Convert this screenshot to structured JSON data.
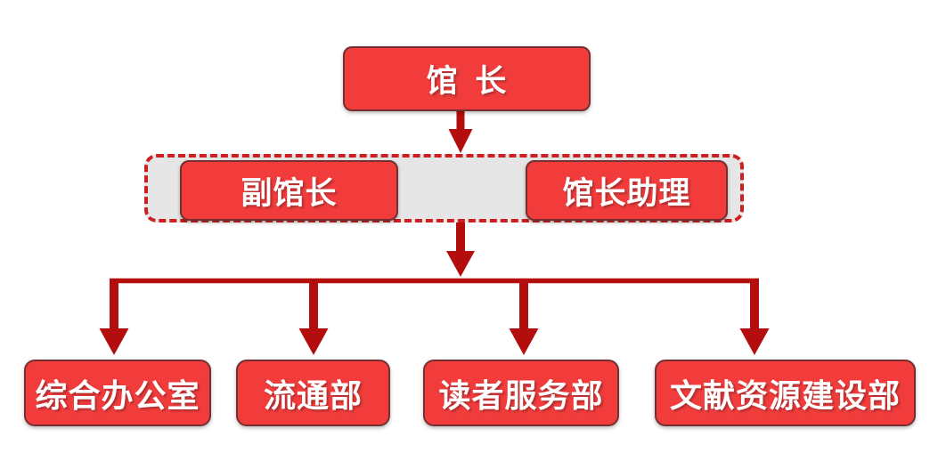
{
  "colors": {
    "box-red": "#f23c3c",
    "box-border": "#743030",
    "dash-red": "#cc2020",
    "group-gray": "#e6e6e6",
    "arrow-red": "#b30d0d",
    "text-white": "#ffffff",
    "background": "#ffffff"
  },
  "org_chart": {
    "root": {
      "label": "馆 长"
    },
    "middle": [
      {
        "label": "副馆长"
      },
      {
        "label": "馆长助理"
      }
    ],
    "departments": [
      {
        "label": "综合办公室"
      },
      {
        "label": "流通部"
      },
      {
        "label": "读者服务部"
      },
      {
        "label": "文献资源建设部"
      }
    ]
  }
}
